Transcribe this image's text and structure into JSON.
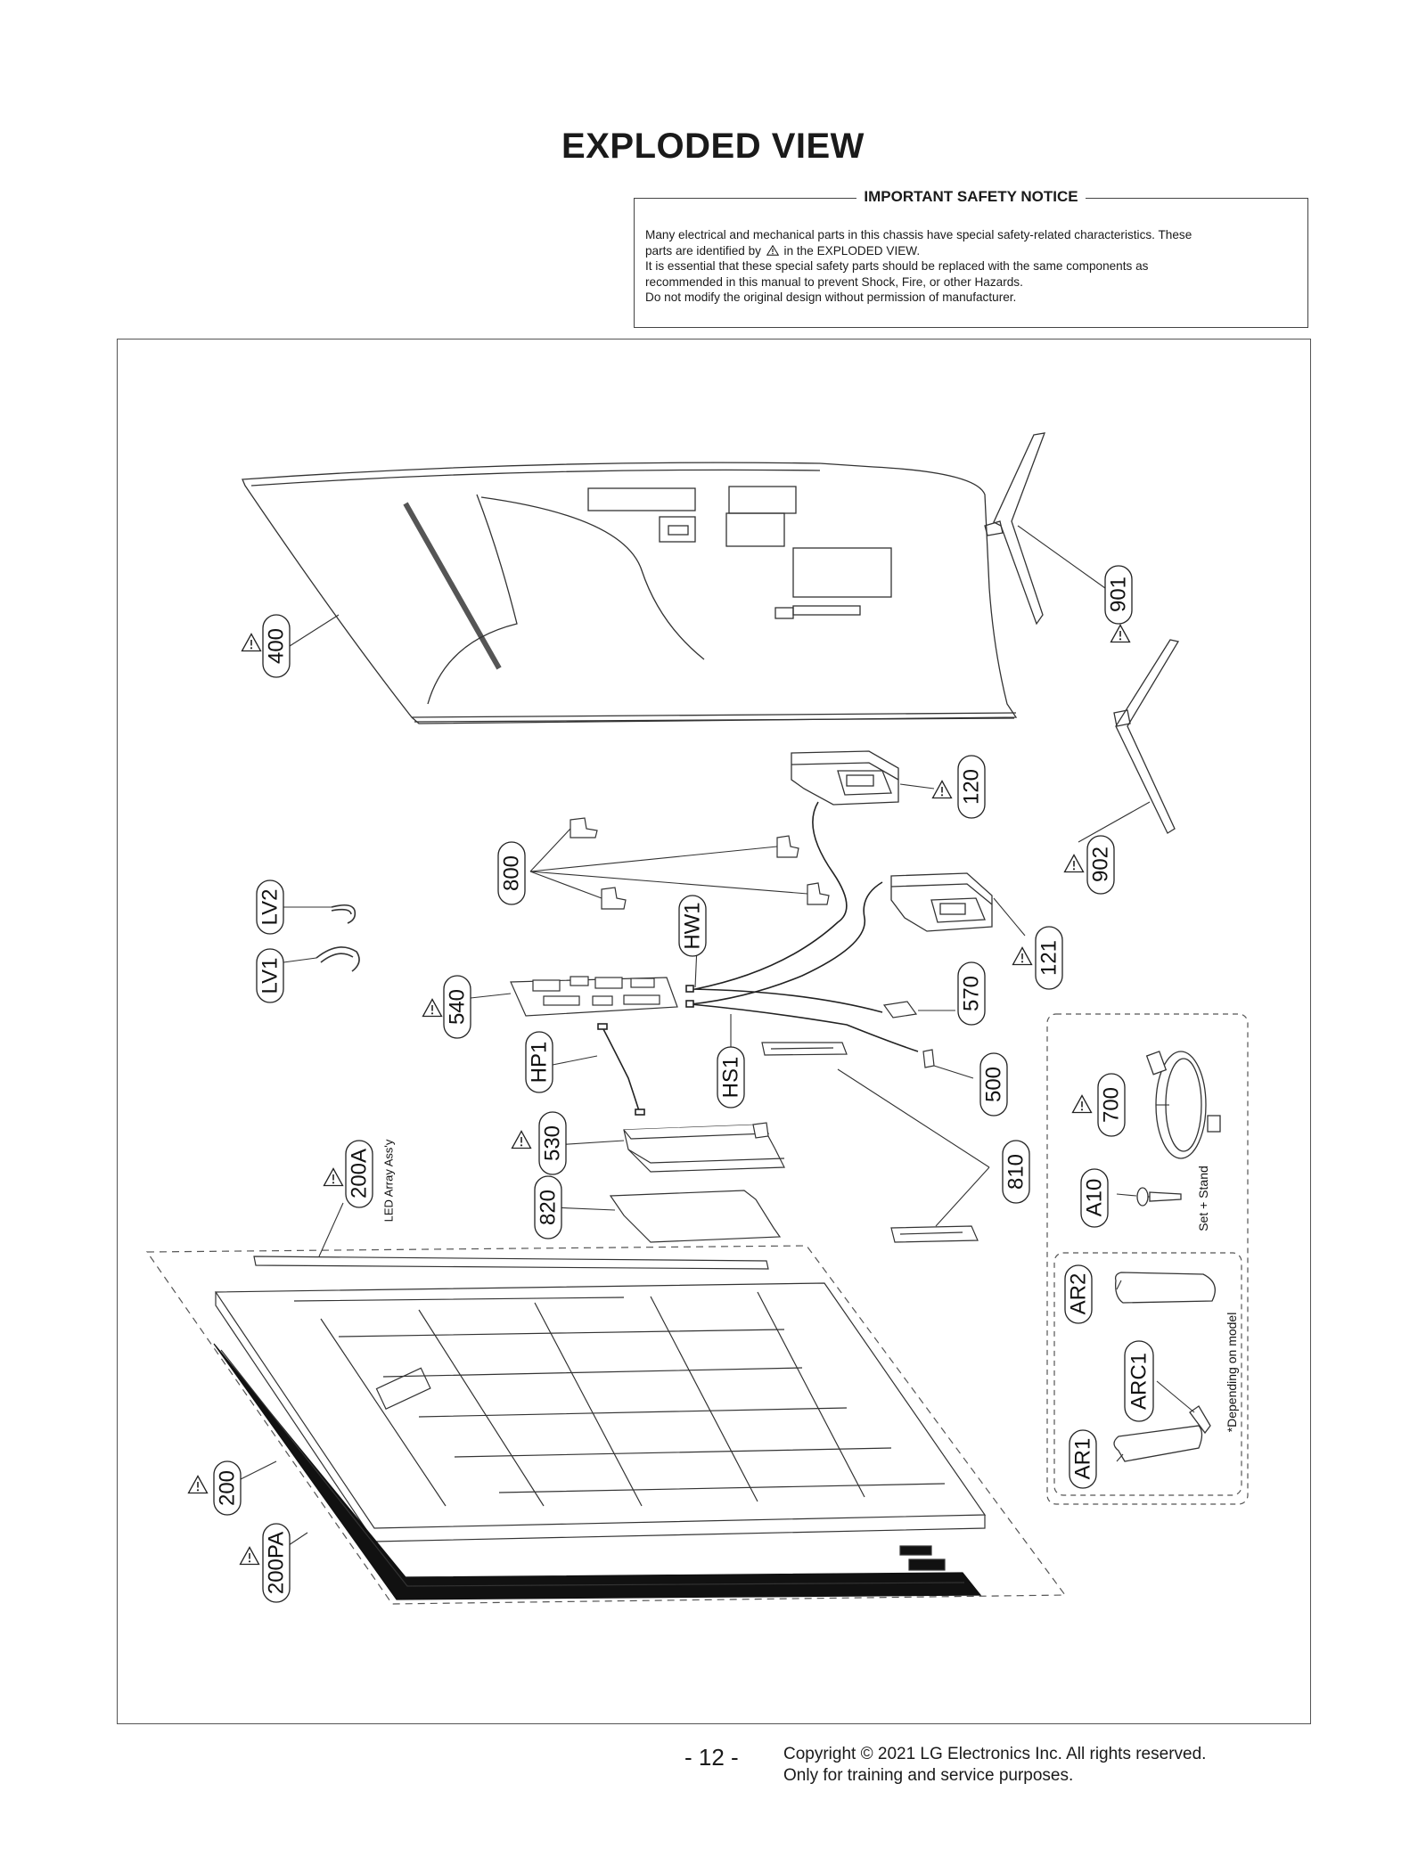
{
  "page": {
    "title": "EXPLODED VIEW",
    "page_number": "- 12 -",
    "copyright_line1": "Copyright © 2021 LG Electronics Inc. All rights reserved.",
    "copyright_line2": "Only for training and service purposes."
  },
  "notice": {
    "title": "IMPORTANT SAFETY NOTICE",
    "line1": "Many electrical and mechanical parts in this chassis have special safety-related characteristics. These",
    "line2_pre": "parts are identified by",
    "line2_post": "in the EXPLODED VIEW.",
    "line3": "It is essential that these special safety parts should be replaced with the same components as",
    "line4": "recommended in this manual to prevent Shock, Fire, or other Hazards.",
    "line5": "Do not modify the original design without permission of manufacturer."
  },
  "labels": {
    "p400": "400",
    "p901": "901",
    "p902": "902",
    "p120": "120",
    "p121": "121",
    "p800": "800",
    "lv2": "LV2",
    "lv1": "LV1",
    "hw1": "HW1",
    "p540": "540",
    "p570": "570",
    "hp1": "HP1",
    "hs1": "HS1",
    "p500": "500",
    "p530": "530",
    "p810": "810",
    "p200a": "200A",
    "led_array": "LED Array Ass'y",
    "p820": "820",
    "p700": "700",
    "a10": "A10",
    "set_stand": "Set + Stand",
    "ar2": "AR2",
    "arc1": "ARC1",
    "ar1": "AR1",
    "depending": "*Depending on model",
    "p200": "200",
    "p200pa": "200PA"
  }
}
